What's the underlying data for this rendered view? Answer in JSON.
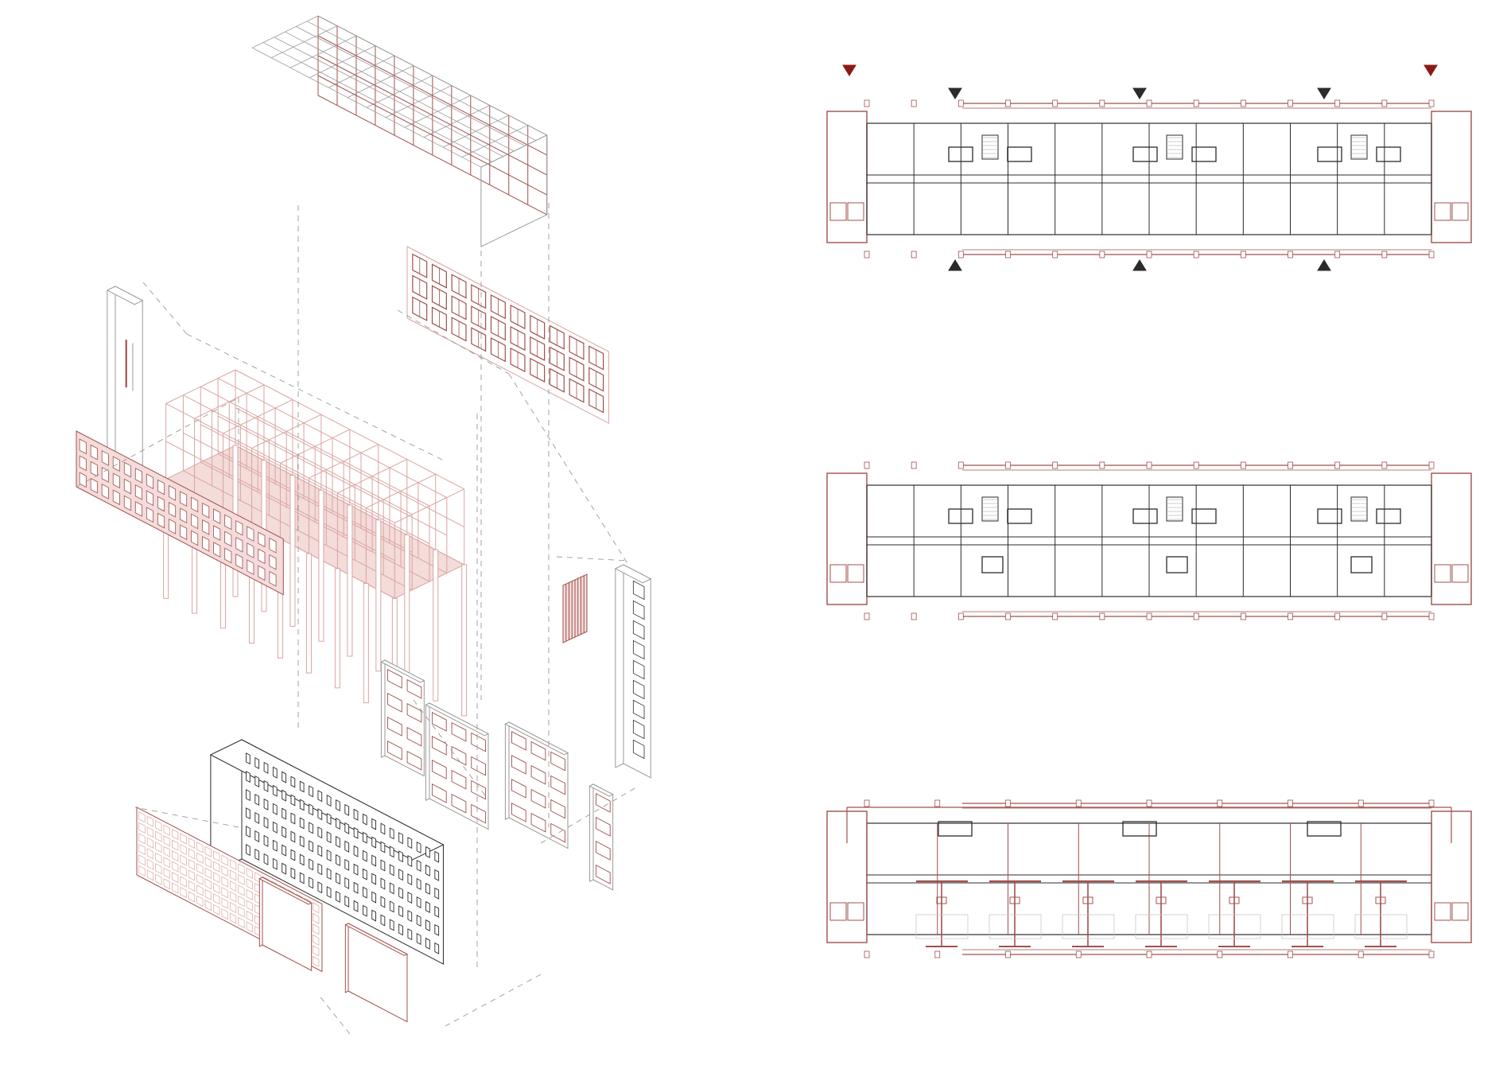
{
  "palette": {
    "background": "#ffffff",
    "structure_red": "#a0504c",
    "light_red": "#d9a5a1",
    "fill_red": "#f3dcda",
    "dark_red": "#8b1a16",
    "ink": "#2b2b2b",
    "grey": "#9a9a9a",
    "light_grey": "#c8c8c8"
  },
  "axonometric": {
    "components": [
      "roof-frame",
      "stair-core-left",
      "facade-panel-front",
      "facade-panel-back",
      "structural-frame-with-columns",
      "lattice-panel",
      "stair-core-right",
      "balcony-modules",
      "existing-building",
      "front-balcony-addition"
    ]
  },
  "plans": [
    {
      "id": "plan-upper",
      "markers": [
        "red-triangle-down",
        "black-triangle-down",
        "black-triangle-up"
      ]
    },
    {
      "id": "plan-middle",
      "markers": []
    },
    {
      "id": "plan-ground",
      "markers": []
    }
  ],
  "icons": {
    "entry_marker_red": "triangle-down-red",
    "entry_marker_down": "triangle-down-black",
    "entry_marker_up": "triangle-up-black"
  }
}
